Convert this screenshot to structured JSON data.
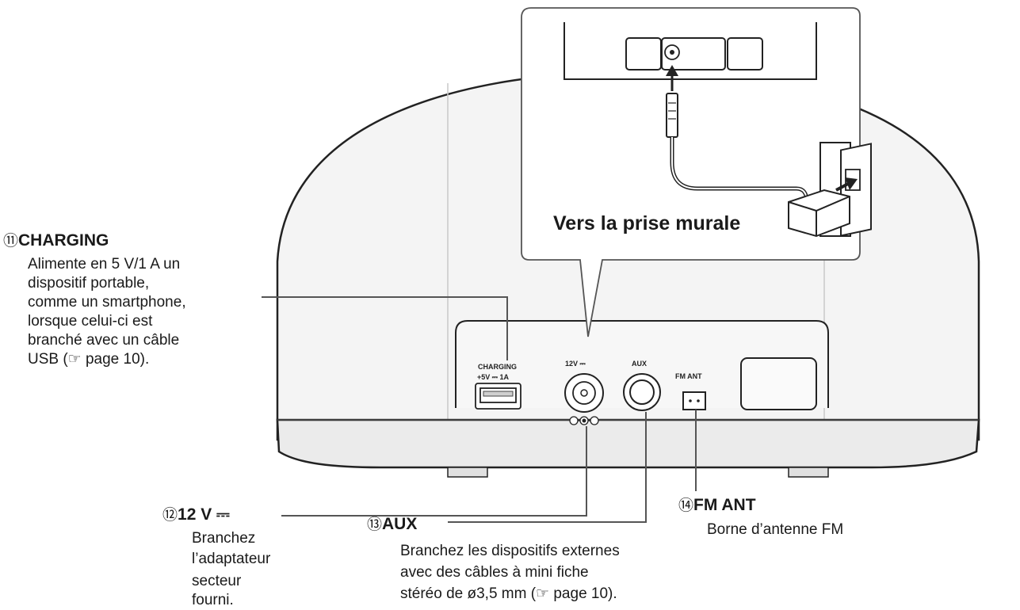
{
  "inset": {
    "caption": "Vers la prise murale"
  },
  "panel": {
    "charging_label": "CHARGING",
    "charging_spec": "+5V ⎓ 1A",
    "power_label": "12V ⎓",
    "aux_label": "AUX",
    "fm_label": "FM ANT"
  },
  "callouts": [
    {
      "number": "⑪",
      "title": "CHARGING",
      "lines": [
        "Alimente en 5 V/1 A un",
        "dispositif portable,",
        "comme un smartphone,",
        "lorsque celui-ci est",
        "branché avec un câble",
        "USB (☞ page 10)."
      ]
    },
    {
      "number": "⑫",
      "title": "12 V ⎓",
      "lines": [
        "Branchez",
        "l’adaptateur",
        "secteur",
        "fourni."
      ]
    },
    {
      "number": "⑬",
      "title": "AUX",
      "lines": [
        "Branchez les dispositifs externes",
        "avec des câbles à mini fiche",
        "stéréo de ø3,5 mm (☞ page 10)."
      ]
    },
    {
      "number": "⑭",
      "title": "FM ANT",
      "lines": [
        "Borne d’antenne FM"
      ]
    }
  ]
}
